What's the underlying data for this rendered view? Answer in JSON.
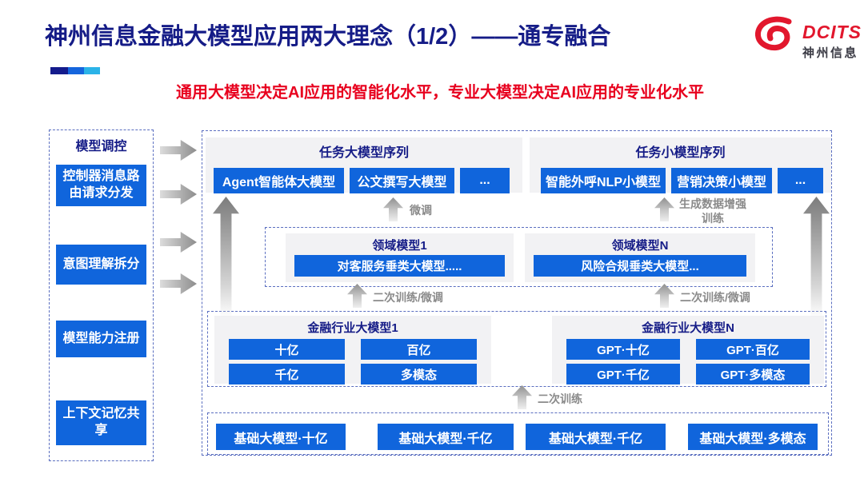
{
  "slide": {
    "title": "神州信息金融大模型应用两大理念（1/2）——通专融合",
    "subtitle": "通用大模型决定AI应用的智能化水平，专业大模型决定AI应用的专业化水平",
    "logo": {
      "name": "DCITS",
      "name_cn": "神州信息"
    }
  },
  "sidebar": {
    "title": "模型调控",
    "items": [
      {
        "label": "控制器消息路由请求分发"
      },
      {
        "label": "意图理解拆分"
      },
      {
        "label": "模型能力注册"
      },
      {
        "label": "上下文记忆共享"
      }
    ]
  },
  "diagram": {
    "task_large_models": {
      "title": "任务大模型序列",
      "models": [
        "Agent智能体大模型",
        "公文撰写大模型",
        "..."
      ]
    },
    "task_small_models": {
      "title": "任务小模型序列",
      "models": [
        "智能外呼NLP小模型",
        "营销决策小模型",
        "..."
      ]
    },
    "domain_models": [
      {
        "title": "领域模型1",
        "model": "对客服务垂类大模型....."
      },
      {
        "title": "领域模型N",
        "model": "风险合规垂类大模型..."
      }
    ],
    "industry_models": [
      {
        "title": "金融行业大模型1",
        "models": [
          "十亿",
          "百亿",
          "千亿",
          "多模态"
        ]
      },
      {
        "title": "金融行业大模型N",
        "models": [
          "GPT·十亿",
          "GPT·百亿",
          "GPT·千亿",
          "GPT·多模态"
        ]
      }
    ],
    "base_models": [
      "基础大模型·十亿",
      "基础大模型·千亿",
      "基础大模型·千亿",
      "基础大模型·多模态"
    ],
    "arrow_labels": {
      "finetune": "微调",
      "gen_data_training": "生成数据增强训练",
      "second_training_finetune_left": "二次训练/微调",
      "second_training_finetune_right": "二次训练/微调",
      "second_training": "二次训练"
    }
  },
  "icons": {
    "logo_swirl": "dcits-swirl-icon",
    "sidebar_flow": "arrow-right-icon",
    "training_flow": "arrow-up-icon"
  },
  "colors": {
    "accent_blue": "#1065DC",
    "title_navy": "#151C87",
    "subtitle_red": "#E8001E",
    "logo_red": "#E2172D",
    "panel_gray": "#F2F2F4",
    "dashed_border": "#5A6EC0",
    "arrow_gray": "#8A8A8A"
  }
}
